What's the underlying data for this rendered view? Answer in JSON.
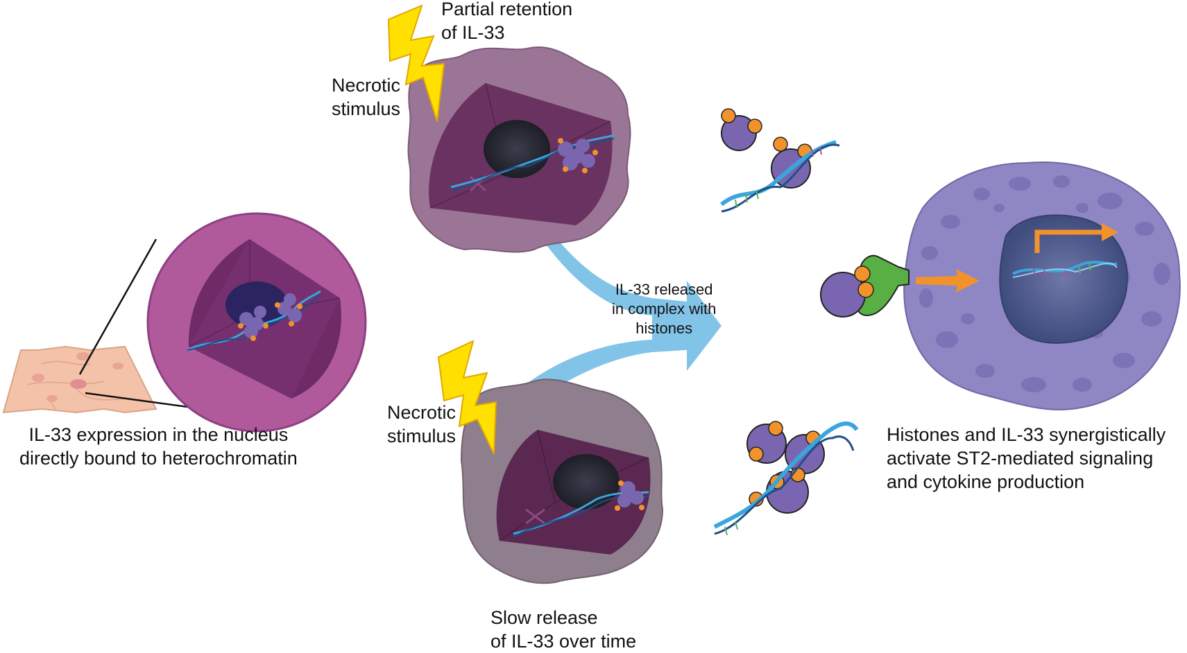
{
  "labels": {
    "partial_retention": [
      "Partial retention",
      "of IL-33"
    ],
    "necrotic_top": [
      "Necrotic",
      "stimulus"
    ],
    "necrotic_bottom": [
      "Necrotic",
      "stimulus"
    ],
    "il33_expression": [
      "IL-33 expression in the nucleus",
      "directly bound to heterochromatin"
    ],
    "released_complex": [
      "IL-33 released",
      "in complex with",
      "histones"
    ],
    "synergy": [
      "Histones and IL-33 synergistically",
      "activate ST2-mediated signaling",
      "and cytokine production"
    ],
    "slow_release": [
      "Slow release",
      "of IL-33 over time"
    ]
  },
  "colors": {
    "healthy_cell": "#b05a9c",
    "necrotic_cell_top": "#9a7596",
    "necrotic_cell_bottom": "#8f7f8e",
    "cell_interior": "#6a3060",
    "nucleus_dark": "#2b2b3a",
    "histone": "#7a66b0",
    "il33": "#f2922c",
    "dna": "#3aa6dd",
    "arrow": "#82c3e8",
    "lightning": "#ffe000",
    "target_cell": "#8f86c4",
    "receptor": "#58b044",
    "tissue": "#f4c2a8"
  }
}
